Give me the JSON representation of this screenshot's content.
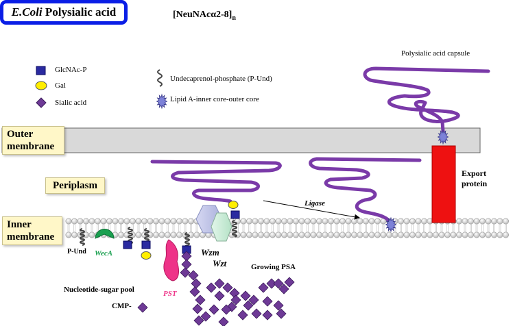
{
  "title": {
    "organism": "E.Coli",
    "rest": "Polysialic acid"
  },
  "formula": {
    "main": "[NeuNAcα2-8]",
    "subscript": "n"
  },
  "capsule_label": "Polysialic acid capsule",
  "legend": [
    {
      "label": "GlcNAc-P",
      "icon": "blue-square"
    },
    {
      "label": "Gal",
      "icon": "yellow-oval"
    },
    {
      "label": "Sialic acid",
      "icon": "purple-diamond"
    },
    {
      "label": "Undecaprenol-phosphate (P-Und)",
      "icon": "squiggle"
    },
    {
      "label": "Lipid A-inner core-outer core",
      "icon": "starburst"
    }
  ],
  "compartments": {
    "outer": "Outer membrane",
    "periplasm": "Periplasm",
    "inner": "Inner membrane"
  },
  "labels": {
    "export": "Export protein",
    "ligase": "Ligase",
    "pund": "P-Und",
    "weca": "WecA",
    "wzm": "Wzm",
    "wzt": "Wzt",
    "pst": "PST",
    "growing": "Growing PSA",
    "pool": "Nucleotide-sugar pool",
    "cmp": "CMP-"
  },
  "colors": {
    "title_border": "#0a1ee6",
    "polymer": "#7a3aa8",
    "glcnac": "#2a2aa0",
    "gal": "#ffee00",
    "sialic": "#6e3a96",
    "export_protein": "#ee1111",
    "weca": "#1aa050",
    "pst": "#ee3388",
    "label_box": "#fff7c8"
  }
}
